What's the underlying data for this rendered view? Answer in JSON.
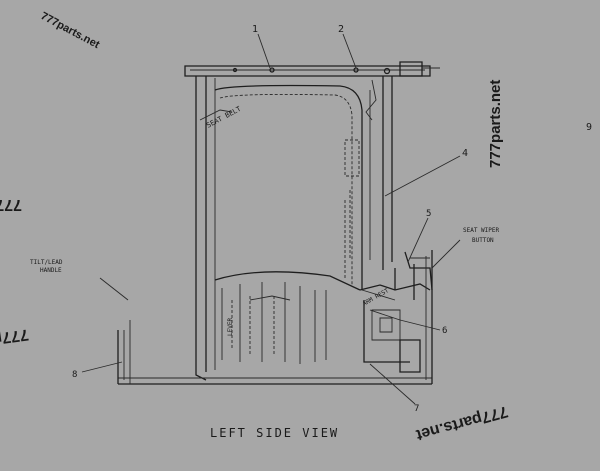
{
  "diagram": {
    "view_title": "LEFT SIDE VIEW",
    "callouts": {
      "top_a": "1",
      "top_b": "2",
      "right_a": "4",
      "right_b": "5",
      "right_c": "6",
      "bottom_a": "7",
      "bottom_b": "8",
      "left_a": "9"
    },
    "notes": {
      "seat_belt_label": "SEAT BELT",
      "seat_wiper_1": "SEAT WIPER",
      "seat_wiper_2": "BUTTON",
      "tilt_left_1": "TILT/LEAD",
      "tilt_left_2": "HANDLE",
      "center_note": "ARM REST",
      "side_label": "LEVER"
    }
  },
  "watermarks": {
    "text": "777parts.net"
  },
  "colors": {
    "background": "#a7a7a7",
    "ink": "#1e1e1e"
  }
}
